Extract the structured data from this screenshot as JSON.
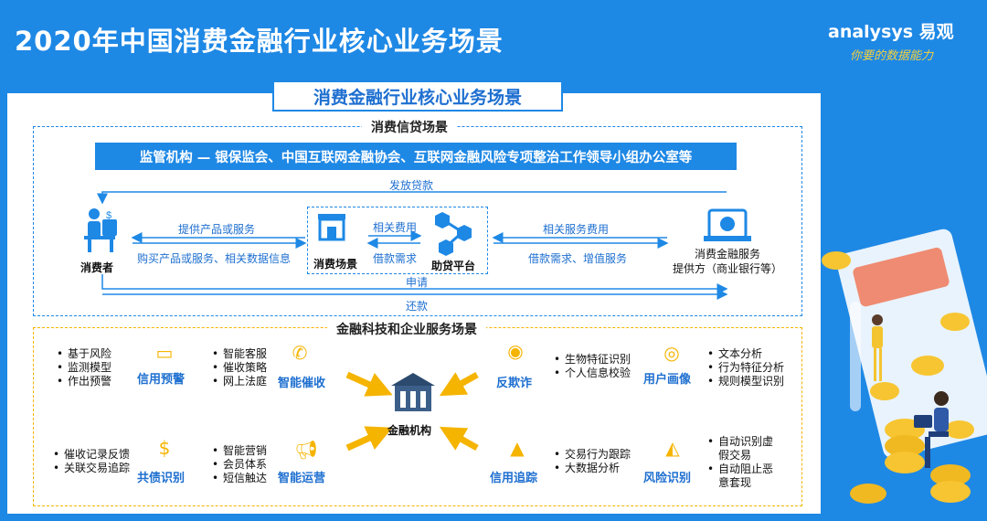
{
  "header": {
    "title": "2020年中国消费金融行业核心业务场景",
    "logo": "analysys 易观",
    "slogan": "你要的数据能力"
  },
  "main_title": "消费金融行业核心业务场景",
  "credit": {
    "section_label": "消费信贷场景",
    "regulator": "监管机构 — 银保监会、中国互联网金融协会、互联网金融风险专项整治工作领导小组办公室等",
    "consumer": "消费者",
    "scene": "消费场景",
    "platform": "助贷平台",
    "provider_line1": "消费金融服务",
    "provider_line2": "提供方（商业银行等）",
    "flows": {
      "issue_loan": "发放贷款",
      "provide_products": "提供产品或服务",
      "buy_products": "购买产品或服务、相关数据信息",
      "related_fees": "相关费用",
      "loan_demand": "借款需求",
      "service_fees": "相关服务费用",
      "loan_demand_value_added": "借款需求、增值服务",
      "apply": "申请",
      "repay": "还款"
    }
  },
  "fintech": {
    "section_label": "金融科技和企业服务场景",
    "center": "金融机构",
    "credit_warning": {
      "label": "信用预警",
      "bullets": [
        "基于风险",
        "监测模型",
        "作出预警"
      ]
    },
    "smart_collection": {
      "label": "智能催收",
      "bullets": [
        "智能客服",
        "催收策略",
        "网上法庭"
      ]
    },
    "anti_fraud": {
      "label": "反欺诈",
      "bullets": [
        "生物特征识别",
        "个人信息校验"
      ]
    },
    "user_profile": {
      "label": "用户画像",
      "bullets": [
        "文本分析",
        "行为特征分析",
        "规则模型识别"
      ]
    },
    "joint_debt": {
      "label": "共债识别",
      "bullets": [
        "催收记录反馈",
        "关联交易追踪"
      ]
    },
    "smart_operation": {
      "label": "智能运营",
      "bullets": [
        "智能营销",
        "会员体系",
        "短信触达"
      ]
    },
    "credit_tracking": {
      "label": "信用追踪",
      "bullets": [
        "交易行为跟踪",
        "大数据分析"
      ]
    },
    "risk_identification": {
      "label": "风险识别",
      "bullets": [
        "自动识别虚",
        "假交易",
        "自动阻止恶",
        "意套现"
      ]
    }
  },
  "colors": {
    "blue": "#1e88e5",
    "yellow": "#f5b400",
    "dark_blue": "#1e6fd0"
  }
}
